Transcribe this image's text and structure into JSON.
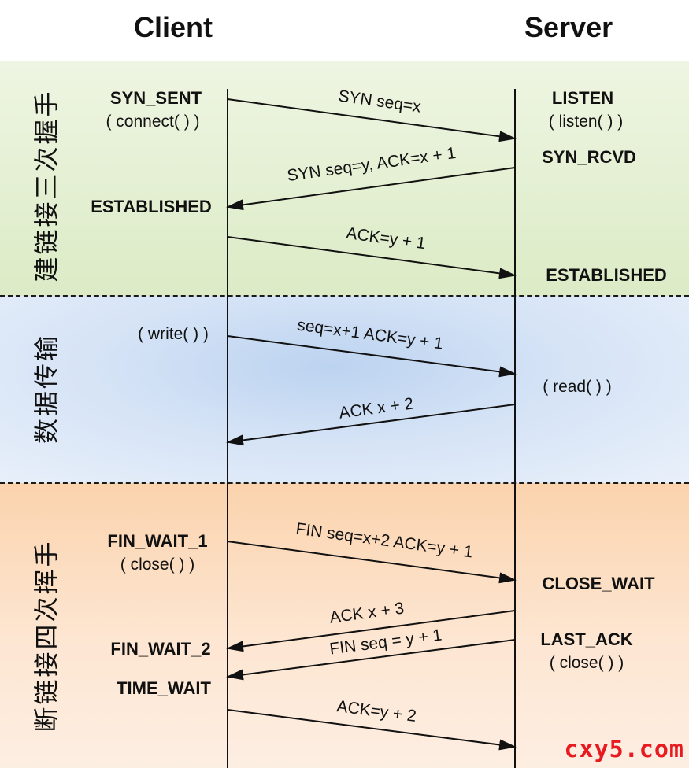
{
  "headers": {
    "client": "Client",
    "server": "Server"
  },
  "sections": {
    "handshake": "建链接三次握手",
    "transfer": "数据传输",
    "teardown": "断链接四次挥手"
  },
  "client_states": {
    "syn_sent": "SYN_SENT",
    "connect_call": "( connect( ) )",
    "established": "ESTABLISHED",
    "write_call": "( write( ) )",
    "fin_wait_1": "FIN_WAIT_1",
    "close_call": "( close( ) )",
    "fin_wait_2": "FIN_WAIT_2",
    "time_wait": "TIME_WAIT"
  },
  "server_states": {
    "listen": "LISTEN",
    "listen_call": "( listen( ) )",
    "syn_rcvd": "SYN_RCVD",
    "established": "ESTABLISHED",
    "read_call": "( read( ) )",
    "close_wait": "CLOSE_WAIT",
    "last_ack": "LAST_ACK",
    "close_call": "( close( ) )"
  },
  "messages": [
    {
      "label": "SYN seq=x",
      "direction": "client-to-server"
    },
    {
      "label": "SYN seq=y, ACK=x + 1",
      "direction": "server-to-client"
    },
    {
      "label": "ACK=y + 1",
      "direction": "client-to-server"
    },
    {
      "label": "seq=x+1 ACK=y + 1",
      "direction": "client-to-server"
    },
    {
      "label": "ACK x + 2",
      "direction": "server-to-client"
    },
    {
      "label": "FIN seq=x+2 ACK=y + 1",
      "direction": "client-to-server"
    },
    {
      "label": "ACK x + 3",
      "direction": "server-to-client"
    },
    {
      "label": "FIN seq = y + 1",
      "direction": "server-to-client"
    },
    {
      "label": "ACK=y + 2",
      "direction": "client-to-server"
    }
  ],
  "watermark": "cxy5.com"
}
